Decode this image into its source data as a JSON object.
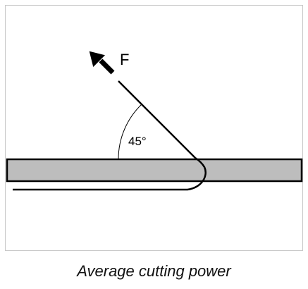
{
  "diagram": {
    "force_label": "F",
    "angle_label": "45°",
    "caption": "Average cutting power",
    "colors": {
      "strip_fill": "#bdbdbd",
      "stroke": "#000000",
      "frame_border": "#c8c8c8"
    }
  }
}
